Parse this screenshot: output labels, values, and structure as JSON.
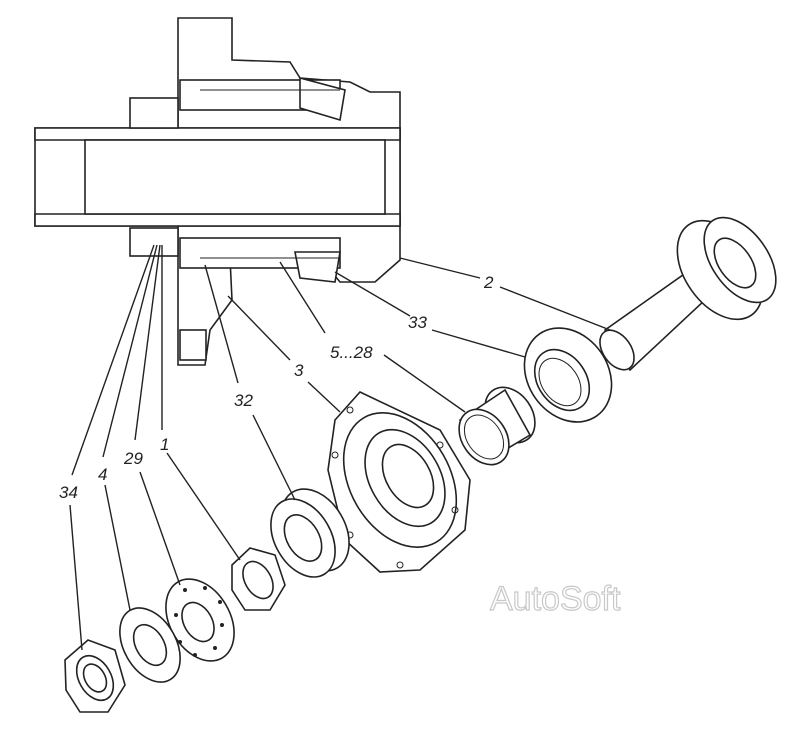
{
  "diagram": {
    "type": "exploded-assembly",
    "labels": {
      "part_2": "2",
      "part_33": "33",
      "part_5_28": "5...28",
      "part_3": "3",
      "part_32": "32",
      "part_1": "1",
      "part_29": "29",
      "part_4": "4",
      "part_34": "34"
    },
    "watermark": "AutoSoft"
  }
}
